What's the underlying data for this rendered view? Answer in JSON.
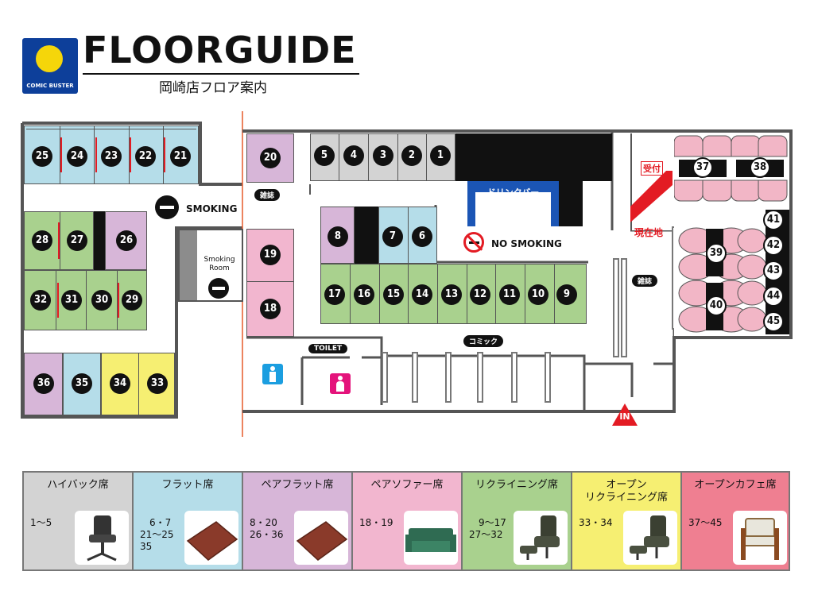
{
  "header": {
    "logo_text": "COMIC BUSTER",
    "title": "FLOORGUIDE",
    "subtitle": "岡崎店フロア案内"
  },
  "map": {
    "smoking_label": "SMOKING",
    "smoking_room_label": "Smoking\nRoom",
    "no_smoking_label": "NO SMOKING",
    "drink_bar_label": "ドリンクバー",
    "reception_label": "受付",
    "current_location_label": "現在地",
    "magazine_label_1": "雑誌",
    "magazine_label_2": "雑誌",
    "comic_label": "コミック",
    "toilet_label": "TOILET",
    "entrance_label": "IN",
    "seats": {
      "s1": "1",
      "s2": "2",
      "s3": "3",
      "s4": "4",
      "s5": "5",
      "s6": "6",
      "s7": "7",
      "s8": "8",
      "s9": "9",
      "s10": "10",
      "s11": "11",
      "s12": "12",
      "s13": "13",
      "s14": "14",
      "s15": "15",
      "s16": "16",
      "s17": "17",
      "s18": "18",
      "s19": "19",
      "s20": "20",
      "s21": "21",
      "s22": "22",
      "s23": "23",
      "s24": "24",
      "s25": "25",
      "s26": "26",
      "s27": "27",
      "s28": "28",
      "s29": "29",
      "s30": "30",
      "s31": "31",
      "s32": "32",
      "s33": "33",
      "s34": "34",
      "s35": "35",
      "s36": "36",
      "s37": "37",
      "s38": "38",
      "s39": "39",
      "s40": "40",
      "s41": "41",
      "s42": "42",
      "s43": "43",
      "s44": "44",
      "s45": "45"
    }
  },
  "colors": {
    "highback": "#d3d3d3",
    "flat": "#b5dde9",
    "pair_flat": "#d7b6d8",
    "pair_sofa": "#f2b6cf",
    "reclining": "#a9d18e",
    "open_reclining": "#f6ef72",
    "open_cafe": "#ef7f91",
    "drink_bar": "#1b55b5",
    "reception_red": "#e31b23"
  },
  "legend": [
    {
      "title": "ハイバック席",
      "range": "1～5",
      "color_key": "highback",
      "image": "office-chair-icon"
    },
    {
      "title": "フラット席",
      "range": "　6・7\n21～25\n35",
      "color_key": "flat",
      "image": "flat-mat-icon"
    },
    {
      "title": "ペアフラット席",
      "range": "8・20\n26・36",
      "color_key": "pair_flat",
      "image": "flat-mat-icon"
    },
    {
      "title": "ペアソファー席",
      "range": "18・19",
      "color_key": "pair_sofa",
      "image": "sofa-icon"
    },
    {
      "title": "リクライニング席",
      "range": "　9～17\n27～32",
      "color_key": "reclining",
      "image": "recliner-icon"
    },
    {
      "title": "オープン\nリクライニング席",
      "range": "33・34",
      "color_key": "open_reclining",
      "image": "recliner-icon"
    },
    {
      "title": "オープンカフェ席",
      "range": "37～45",
      "color_key": "open_cafe",
      "image": "cafe-chair-icon"
    }
  ]
}
